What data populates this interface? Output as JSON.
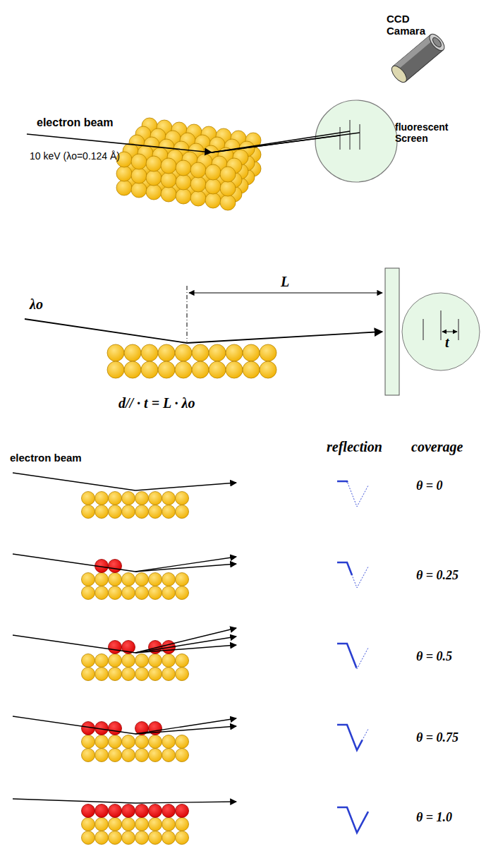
{
  "diagram": {
    "labels": [
      "CCD Camara",
      "fluorescent Screen",
      "electron beam",
      "10 keV (λo=0.124 Å)",
      "λo",
      "L",
      "t",
      "d// · t = L · λo",
      "electron beam",
      "reflection",
      "coverage",
      "θ = 0",
      "θ = 0.25",
      "θ = 0.5",
      "θ = 0.75",
      "θ = 1.0"
    ]
  }
}
